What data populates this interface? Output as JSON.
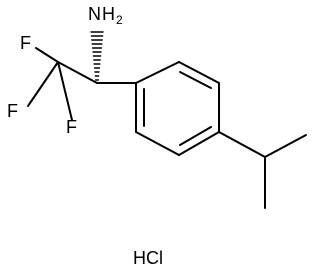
{
  "molecule": {
    "atoms": {
      "amine_n": "N",
      "amine_h": "H",
      "amine_h_count": "2",
      "fluorine_1": "F",
      "fluorine_2": "F",
      "fluorine_3": "F"
    },
    "counterion": "HCl"
  }
}
